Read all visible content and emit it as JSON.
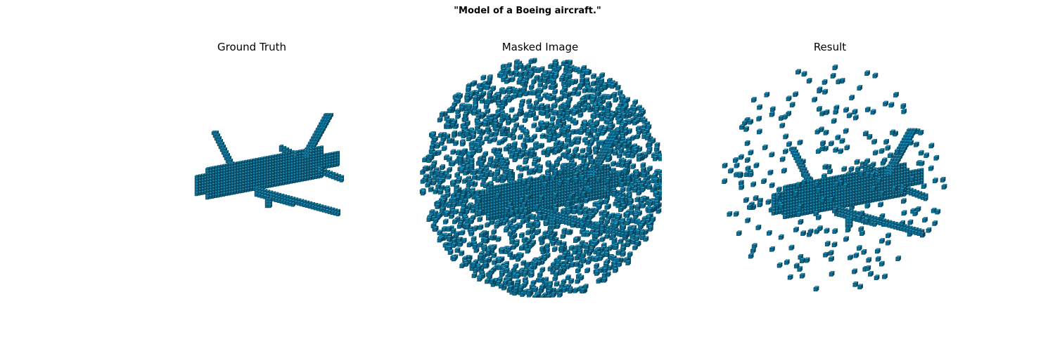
{
  "figure": {
    "suptitle": "\"Model of a Boeing aircraft.\"",
    "colors": {
      "voxel_top": "#1fa2cf",
      "voxel_side": "#0a6d91",
      "voxel_dark": "#064a63",
      "edge": "#063547"
    },
    "panels": [
      {
        "id": "ground-truth",
        "title": "Ground Truth",
        "content": "voxel-airplane"
      },
      {
        "id": "masked-image",
        "title": "Masked Image",
        "content": "voxel-airplane-with-dense-noise"
      },
      {
        "id": "result",
        "title": "Result",
        "content": "voxel-airplane-with-sparse-noise"
      }
    ]
  }
}
